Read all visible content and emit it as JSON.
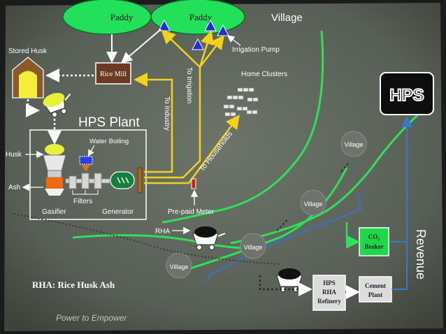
{
  "paddy_fields": [
    "Paddy",
    "Paddy"
  ],
  "labels": {
    "village_top": "Village",
    "stored_husk": "Stored Husk",
    "irrigation_pump": "Irrigation Pump",
    "rice_mill": "Rice Mill",
    "to_irrigation": "To Irrigation",
    "home_clusters": "Home Clusters",
    "to_industry": "To Industry",
    "hps_plant": "HPS Plant",
    "to_households": "To Households",
    "water_boiling": "Water Boiling",
    "husk": "Husk",
    "ash": "Ash",
    "filters": "Filters",
    "gasifier": "Gasifier",
    "generator": "Generator",
    "prepaid_meter": "Pre-paid Meter",
    "rha": "RHA",
    "revenue": "Revenue",
    "rha_legend": "RHA: Rice Husk Ash",
    "tagline": "Power to Empower"
  },
  "villages": [
    "Village",
    "Village",
    "Village",
    "Village"
  ],
  "boxes": {
    "hps": "HPS",
    "co2_broker": "CO₂ Broker",
    "hps_rha_refinery": "HPS RHA Refinery",
    "cement_plant": "Cement Plant"
  },
  "colors": {
    "background": "#5d645a",
    "paddy_green": "#22e05a",
    "power_yellow": "#f4d21b",
    "road_green": "#2ee05a",
    "river_blue": "#3e70b8",
    "co2_box": "#1ed84a",
    "refinery_box": "#dcdcdc",
    "rice_mill_box": "#6b3a20",
    "revenue_line": "#3a78c8"
  }
}
